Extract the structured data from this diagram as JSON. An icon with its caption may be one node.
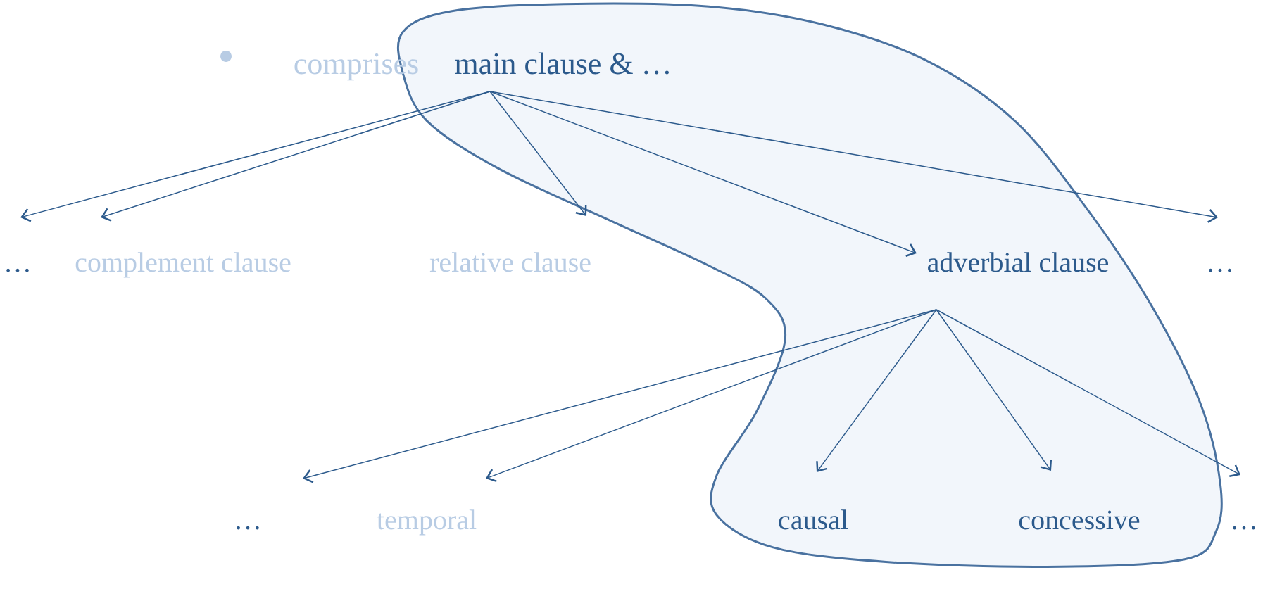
{
  "diagram": {
    "nodes": [
      {
        "text": [
          "main clause & …"
        ]
      },
      {
        "text": [
          "…"
        ]
      },
      {
        "text": [
          "complement clause"
        ]
      },
      {
        "text": [
          "relative clause"
        ]
      },
      {
        "text": [
          "adverbial clause"
        ]
      },
      {
        "text": [
          "…"
        ]
      },
      {
        "text": [
          "…"
        ]
      },
      {
        "text": [
          "temporal"
        ]
      },
      {
        "text": [
          "causal"
        ]
      },
      {
        "text": [
          "concessive"
        ]
      },
      {
        "text": [
          "…"
        ]
      }
    ],
    "edges": [
      {
        "from": 0,
        "to": 1,
        "arrow": "to"
      },
      {
        "from": 0,
        "to": 2,
        "arrow": "to"
      },
      {
        "from": 0,
        "to": 3,
        "arrow": "to"
      },
      {
        "from": 0,
        "to": 4,
        "arrow": "to"
      },
      {
        "from": 0,
        "to": 5,
        "arrow": "to"
      },
      {
        "from": 4,
        "to": 6,
        "arrow": "to"
      },
      {
        "from": 4,
        "to": 7,
        "arrow": "to"
      },
      {
        "from": 4,
        "to": 8,
        "arrow": "to"
      },
      {
        "from": 4,
        "to": 9,
        "arrow": "to"
      },
      {
        "from": 4,
        "to": 10,
        "arrow": "to"
      }
    ],
    "labels": [
      "comprises"
    ]
  }
}
